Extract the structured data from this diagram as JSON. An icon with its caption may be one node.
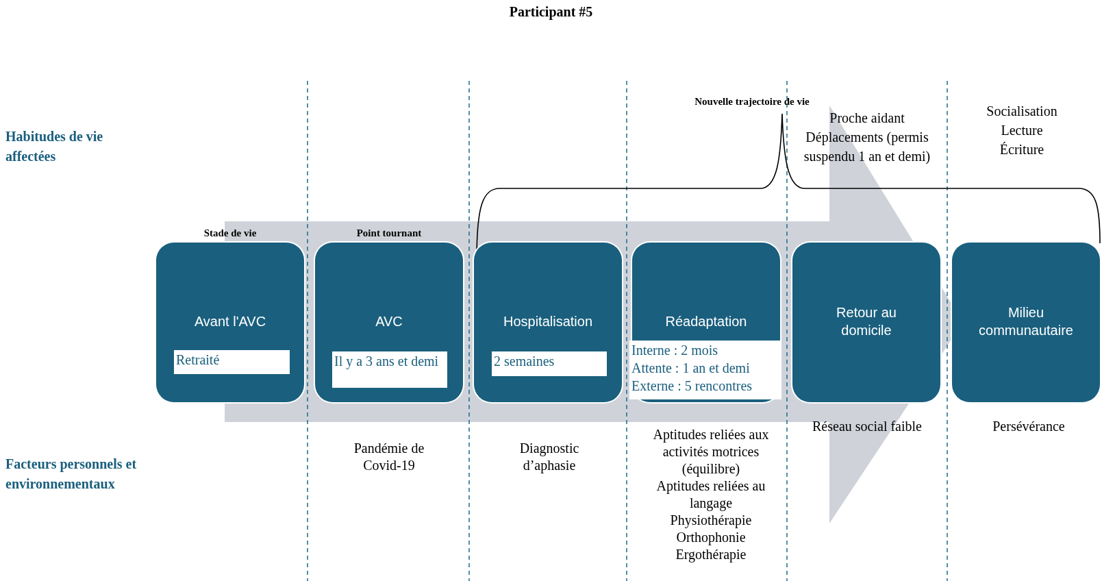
{
  "diagram": {
    "title": "Participant #5",
    "nodes": [
      {
        "text": [
          "Avant l'AVC"
        ],
        "beside": [
          "Stade de vie"
        ]
      },
      {
        "text": [
          "Retraité"
        ],
        "in": 0
      },
      {
        "text": [
          "AVC"
        ],
        "beside": [
          "Point tournant"
        ]
      },
      {
        "text": [
          "Il y a 3 ans et demi"
        ],
        "in": 2
      },
      {
        "text": [
          "Hospitalisation"
        ]
      },
      {
        "text": [
          "2 semaines"
        ],
        "in": 4
      },
      {
        "text": [
          "Réadaptation"
        ]
      },
      {
        "text": [
          "Interne : 2 mois",
          "Attente : 1 an et demi",
          "Externe : 5 rencontres"
        ],
        "in": 6
      },
      {
        "text": [
          "Retour au domicile"
        ]
      },
      {
        "text": [
          "Milieu communautaire"
        ]
      }
    ],
    "edges": [],
    "labels": [
      "Habitudes de vie affectées",
      "Nouvelle trajectoire de vie",
      "Proche aidant",
      "Déplacements (permis suspendu 1 an et demi)",
      "Socialisation",
      "Lecture",
      "Écriture",
      "Facteurs personnels et environnementaux",
      "Pandémie de Covid-19",
      "Diagnostic d’aphasie",
      "Aptitudes reliées aux activités motrices (équilibre)",
      "Aptitudes reliées au langage",
      "Physiothérapie",
      "Orthophonie",
      "Ergothérapie",
      "Réseau social faible",
      "Persévérance"
    ]
  }
}
